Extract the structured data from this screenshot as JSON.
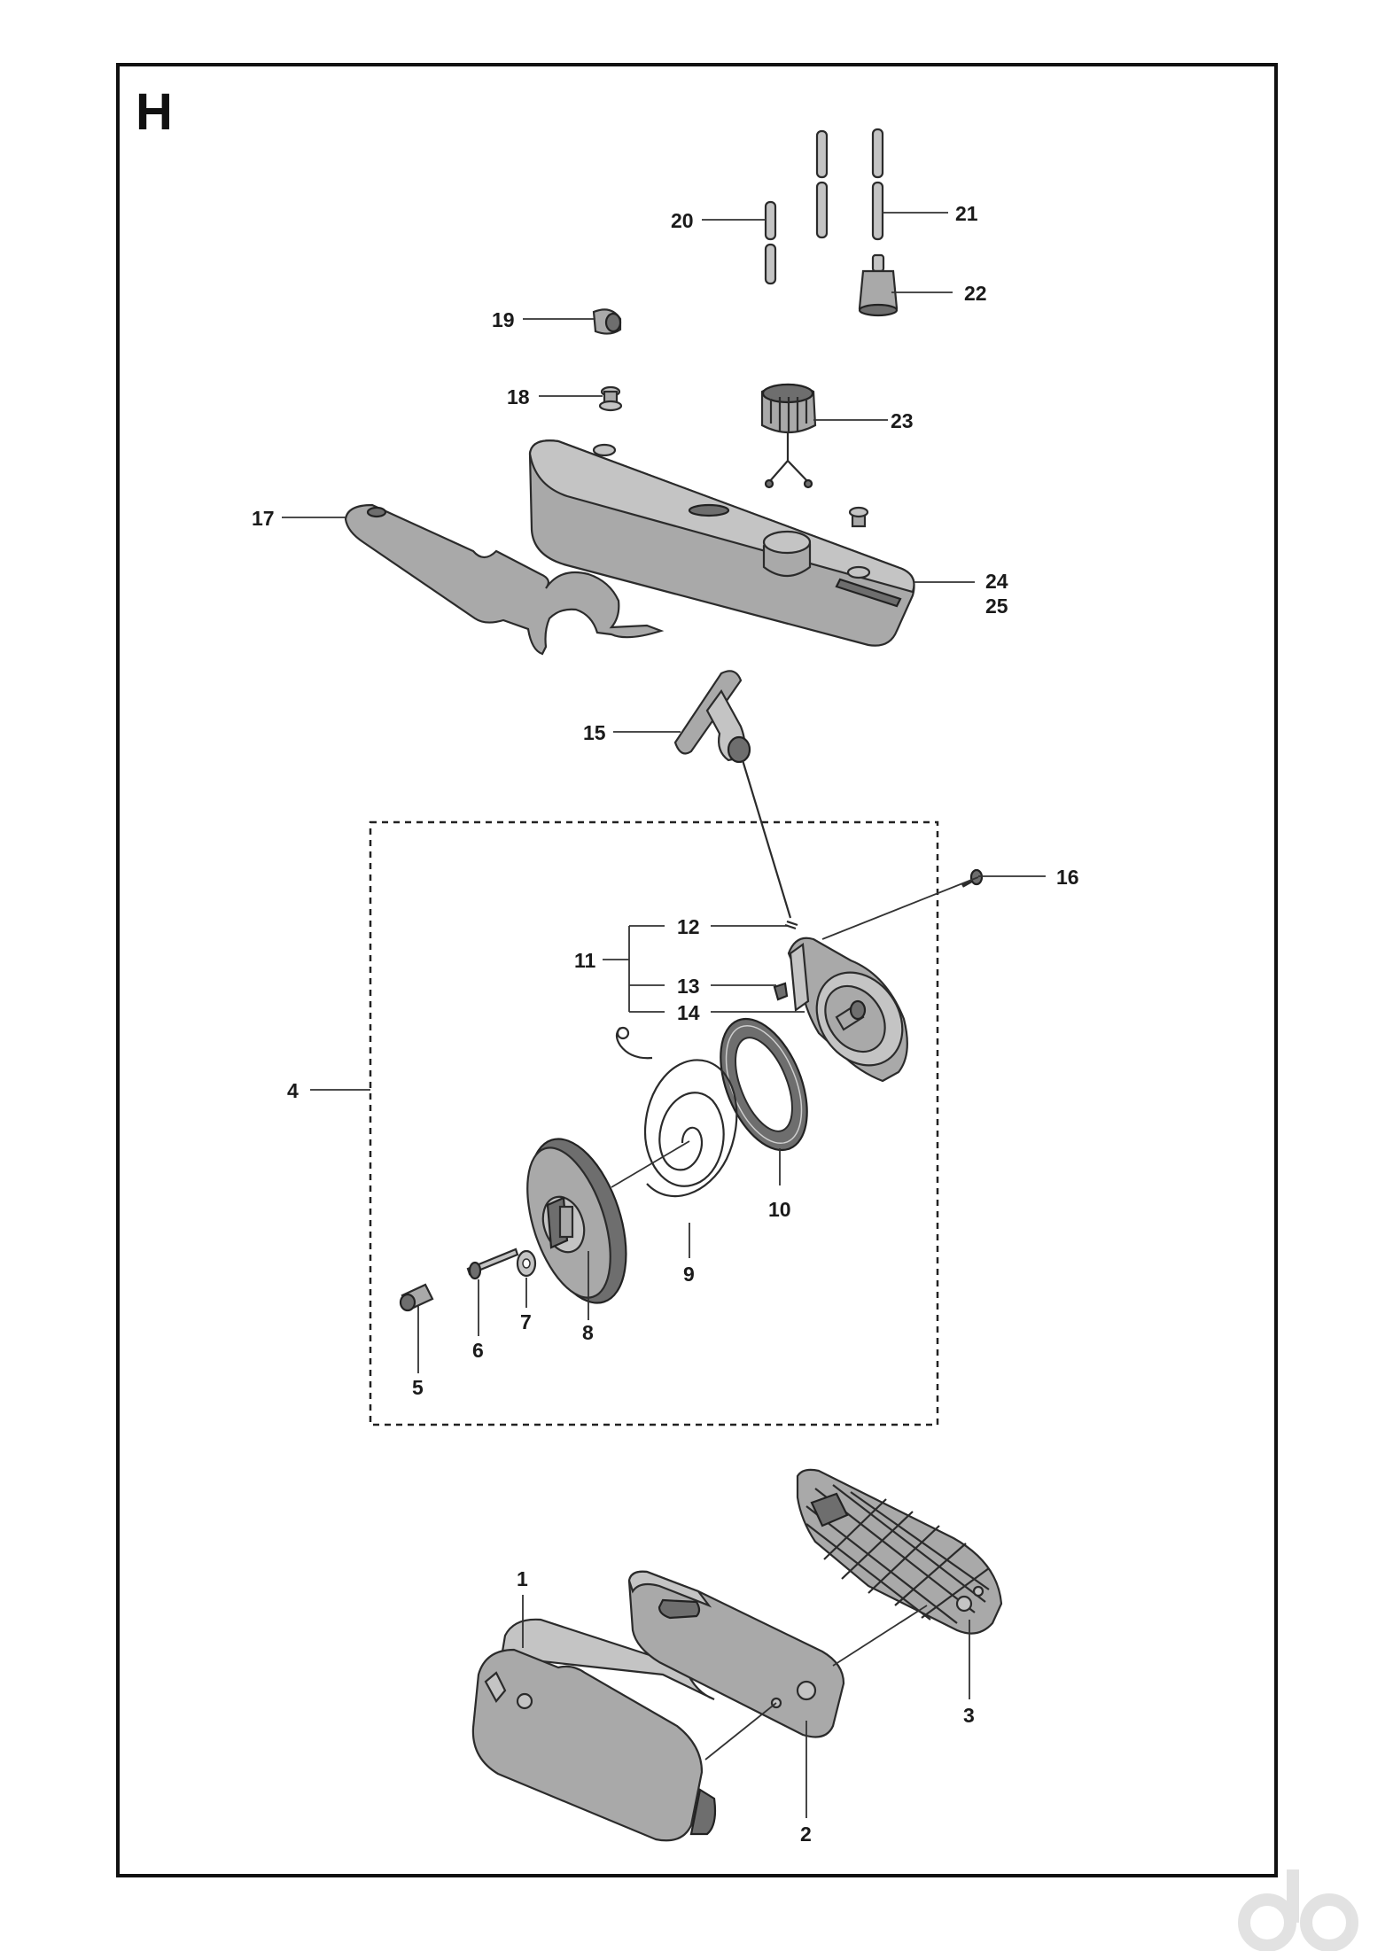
{
  "section_label": "H",
  "colors": {
    "part": "#a9a9a9",
    "part_light": "#c4c4c4",
    "part_dark": "#6e6e6e",
    "outline": "#2b2b2b",
    "frame": "#111111"
  },
  "callouts": {
    "p1": "1",
    "p2": "2",
    "p3": "3",
    "p4": "4",
    "p5": "5",
    "p6": "6",
    "p7": "7",
    "p8": "8",
    "p9": "9",
    "p10": "10",
    "p11": "11",
    "p12": "12",
    "p13": "13",
    "p14": "14",
    "p15": "15",
    "p16": "16",
    "p17": "17",
    "p18": "18",
    "p19": "19",
    "p20": "20",
    "p21": "21",
    "p22": "22",
    "p23": "23",
    "p24": "24",
    "p25": "25"
  }
}
